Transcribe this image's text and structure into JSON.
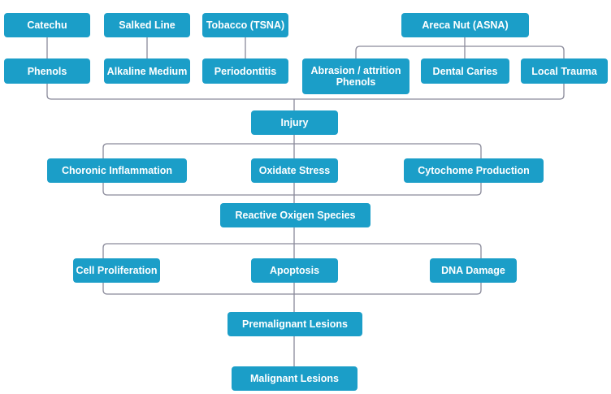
{
  "diagram": {
    "colors": {
      "node_fill": "#1b9ec8",
      "node_text": "#ffffff",
      "connector": "#8a8a9a"
    },
    "nodes": {
      "catechu": "Catechu",
      "salked_line": "Salked Line",
      "tobacco": "Tobacco (TSNA)",
      "areca_nut": "Areca Nut (ASNA)",
      "phenols": "Phenols",
      "alkaline_medium": "Alkaline Medium",
      "periodontitis": "Periodontitis",
      "abrasion": "Abrasion / attrition\nPhenols",
      "dental_caries": "Dental Caries",
      "local_trauma": "Local Trauma",
      "injury": "Injury",
      "chronic_inflammation": "Choronic Inflammation",
      "oxidate_stress": "Oxidate Stress",
      "cytochome_production": "Cytochome Production",
      "reactive_oxygen_species": "Reactive Oxigen Species",
      "cell_proliferation": "Cell Proliferation",
      "apoptosis": "Apoptosis",
      "dna_damage": "DNA Damage",
      "premalignant_lesions": "Premalignant Lesions",
      "malignant_lesions": "Malignant Lesions"
    }
  }
}
